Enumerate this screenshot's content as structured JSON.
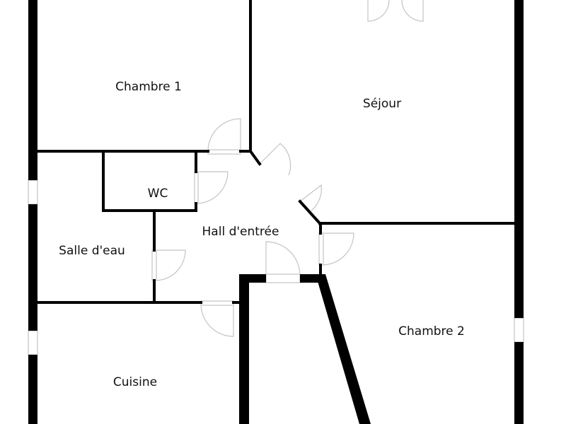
{
  "plan": {
    "colors": {
      "background": "#ffffff",
      "wall": "#000000",
      "door_arc": "#bdbdbd",
      "window": "#cfcfcf",
      "label": "#111111"
    },
    "rooms": [
      {
        "id": "chambre-1",
        "label": "Chambre 1"
      },
      {
        "id": "sejour",
        "label": "Séjour"
      },
      {
        "id": "wc",
        "label": "WC"
      },
      {
        "id": "hall",
        "label": "Hall d'entrée"
      },
      {
        "id": "salle-deau",
        "label": "Salle d'eau"
      },
      {
        "id": "chambre-2",
        "label": "Chambre 2"
      },
      {
        "id": "cuisine",
        "label": "Cuisine"
      }
    ]
  }
}
